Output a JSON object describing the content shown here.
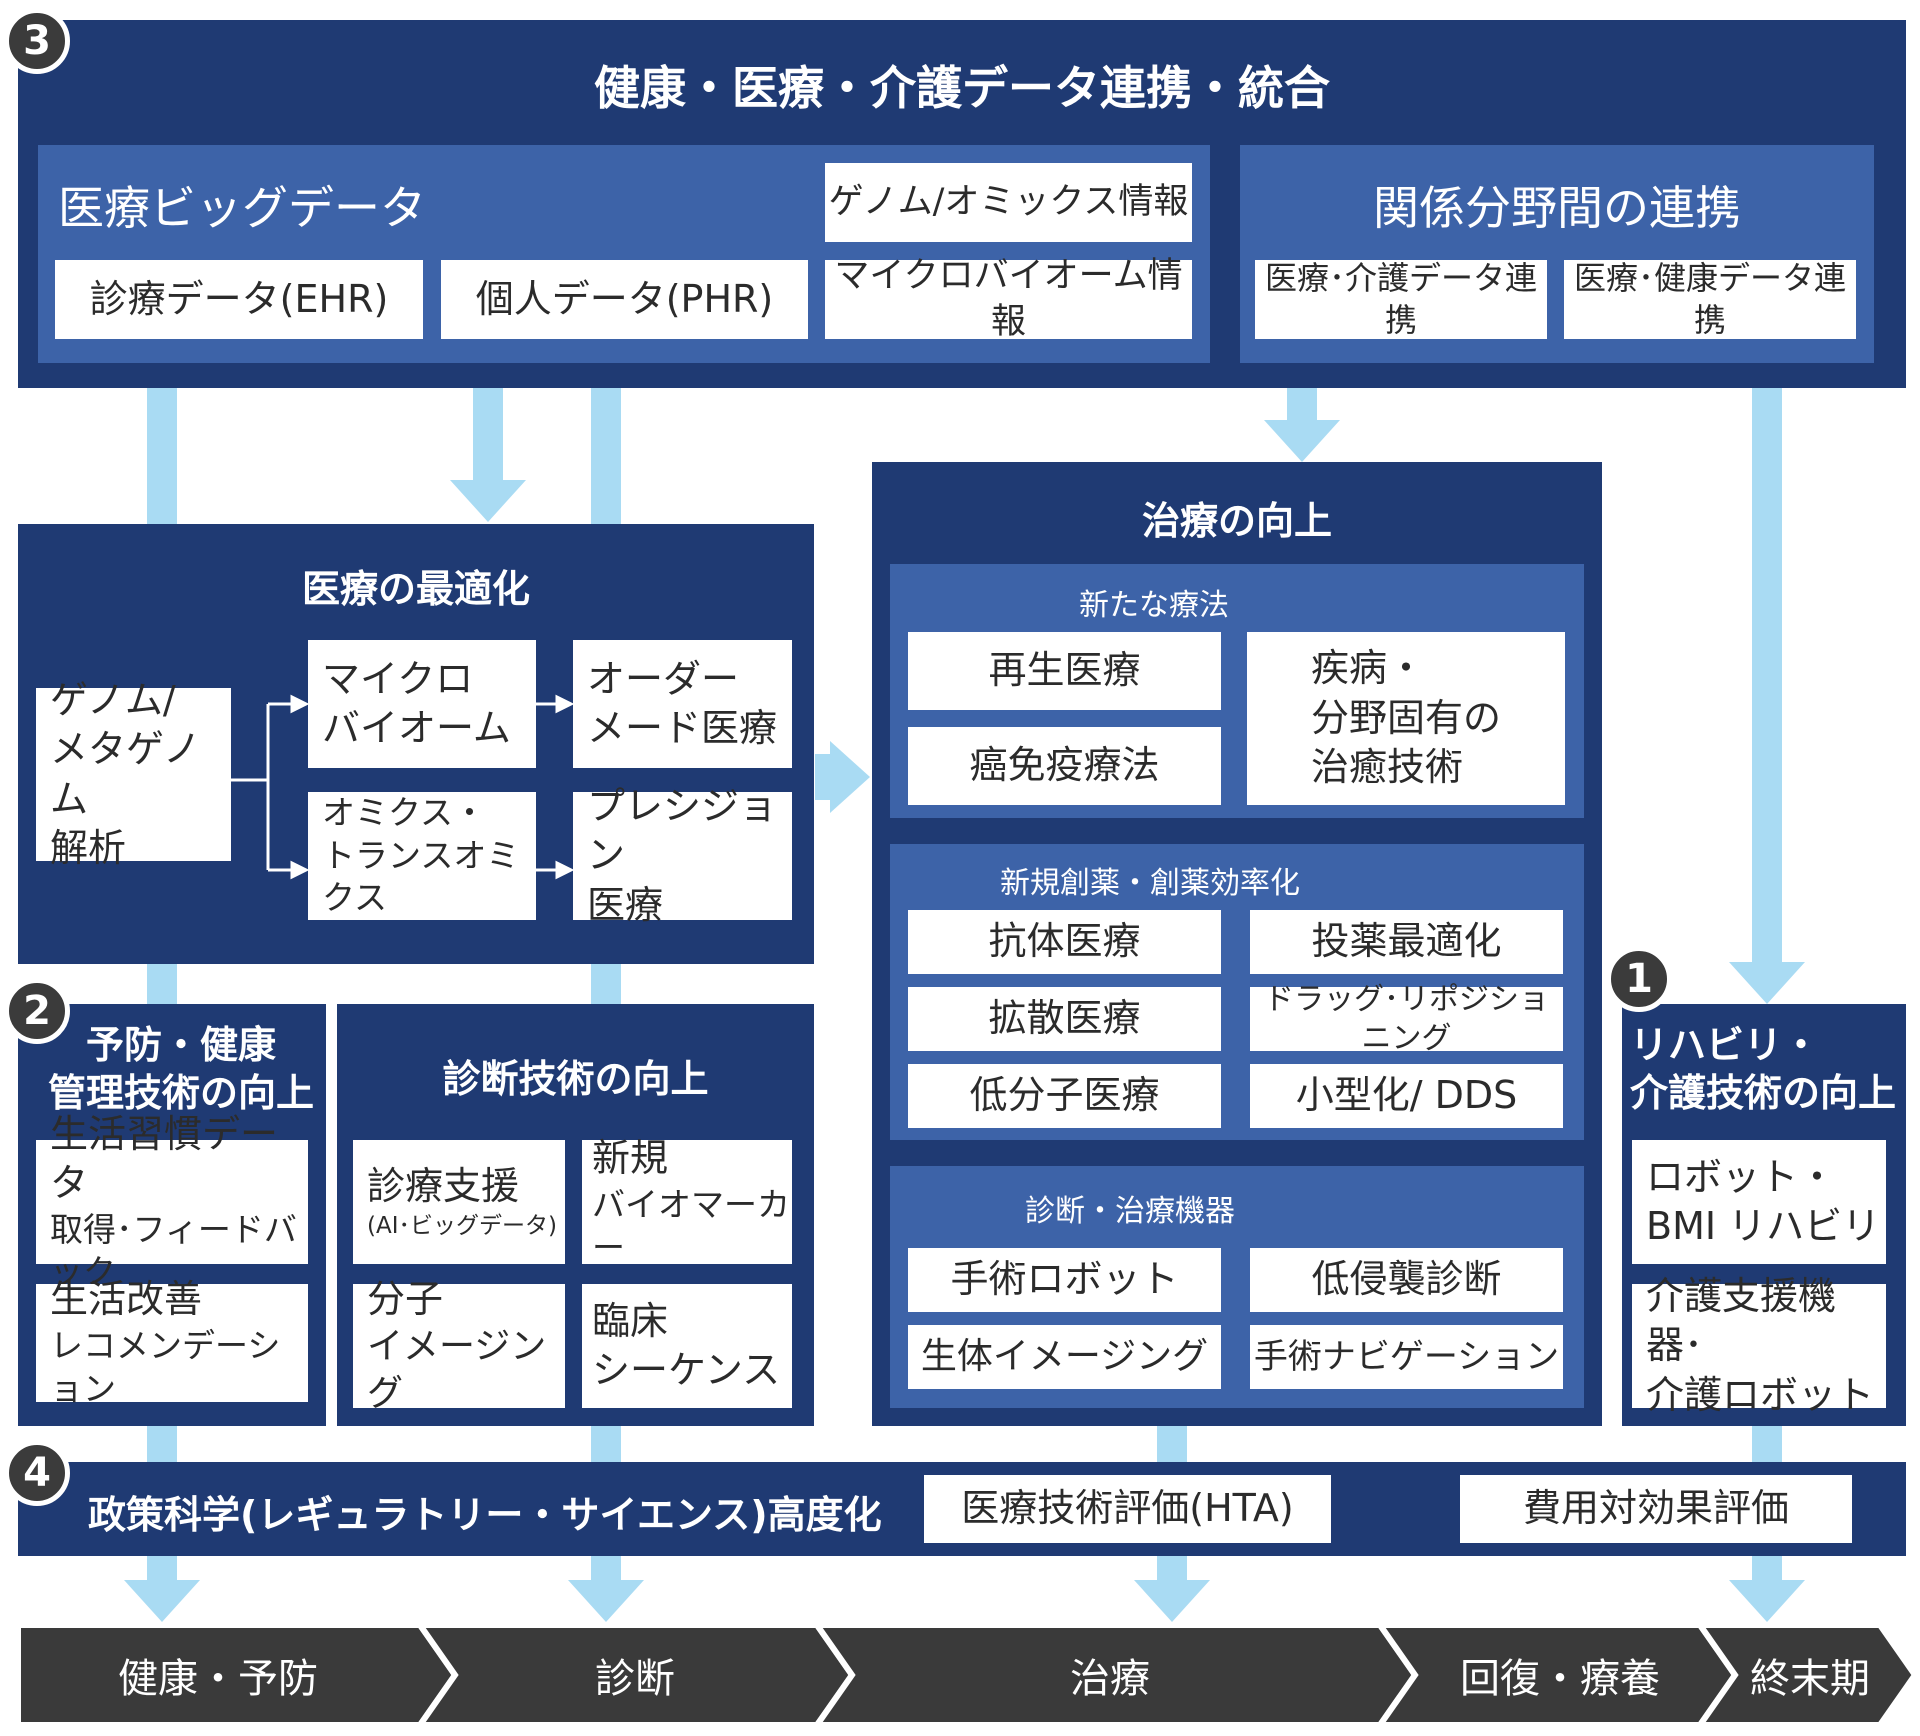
{
  "sections": {
    "s3": {
      "number": "3",
      "title": "健康・医療・介護データ連携・統合",
      "bigdata": {
        "title": "医療ビッグデータ",
        "ehr": "診療データ(EHR)",
        "phr": "個人データ(PHR)",
        "genome": "ゲノム/オミックス情報",
        "microbiome": "マイクロバイオーム情報"
      },
      "linkage": {
        "title": "関係分野間の連携",
        "med_care": "医療･介護データ連携",
        "med_health": "医療･健康データ連携"
      }
    },
    "optimization": {
      "title": "医療の最適化",
      "genome_analysis": [
        "ゲノム/",
        "メタゲノム",
        "解析"
      ],
      "microbiome": [
        "マイクロ",
        "バイオーム"
      ],
      "omics": [
        "オミクス・",
        "トランスオミクス"
      ],
      "ordermade": [
        "オーダー",
        "メード医療"
      ],
      "precision": [
        "プレシジョン",
        "医療"
      ]
    },
    "treatment": {
      "title": "治療の向上",
      "new_therapy": {
        "title": "新たな療法",
        "regenerative": "再生医療",
        "immuno": "癌免疫療法",
        "disease": [
          "疾病・",
          "分野固有の",
          "治癒技術"
        ]
      },
      "drug": {
        "title": "新規創薬・創薬効率化",
        "antibody": "抗体医療",
        "dosing": "投薬最適化",
        "nucleic": "拡散医療",
        "reposition": "ドラッグ･リポジショニング",
        "small_molecule": "低分子医療",
        "dds": "小型化/ DDS"
      },
      "devices": {
        "title": "診断・治療機器",
        "robot": "手術ロボット",
        "lowinvasive": "低侵襲診断",
        "imaging": "生体イメージング",
        "navigation": "手術ナビゲーション"
      }
    },
    "s2": {
      "number": "2",
      "prevention": {
        "title": [
          "予防・健康",
          "管理技術の向上"
        ],
        "lifestyle": [
          "生活習慣データ",
          "取得･フィードバック"
        ],
        "recommend": [
          "生活改善",
          "レコメンデーション"
        ]
      },
      "diagnosis": {
        "title": "診断技術の向上",
        "support": [
          "診療支援",
          "(AI･ビッグデータ)"
        ],
        "biomarker": [
          "新規",
          "バイオマーカー"
        ],
        "molecular": [
          "分子",
          "イメージング"
        ],
        "sequence": [
          "臨床",
          "シーケンス"
        ]
      }
    },
    "s1": {
      "number": "1",
      "title": [
        "リハビリ・",
        "介護技術の向上"
      ],
      "robot_bmi": [
        "ロボット・",
        "BMI リハビリ"
      ],
      "care": [
        "介護支援機器･",
        "介護ロボット"
      ]
    },
    "s4": {
      "number": "4",
      "title": "政策科学(レギュラトリー・サイエンス)高度化",
      "hta": "医療技術評価(HTA)",
      "cost": "費用対効果評価"
    }
  },
  "stages": [
    "健康・予防",
    "診断",
    "治療",
    "回復・療養",
    "終末期"
  ],
  "colors": {
    "navy": "#1f3a73",
    "mid_blue": "#3d63a8",
    "arrow": "#a9dbf3",
    "stage_bar": "#3a3a3a"
  }
}
